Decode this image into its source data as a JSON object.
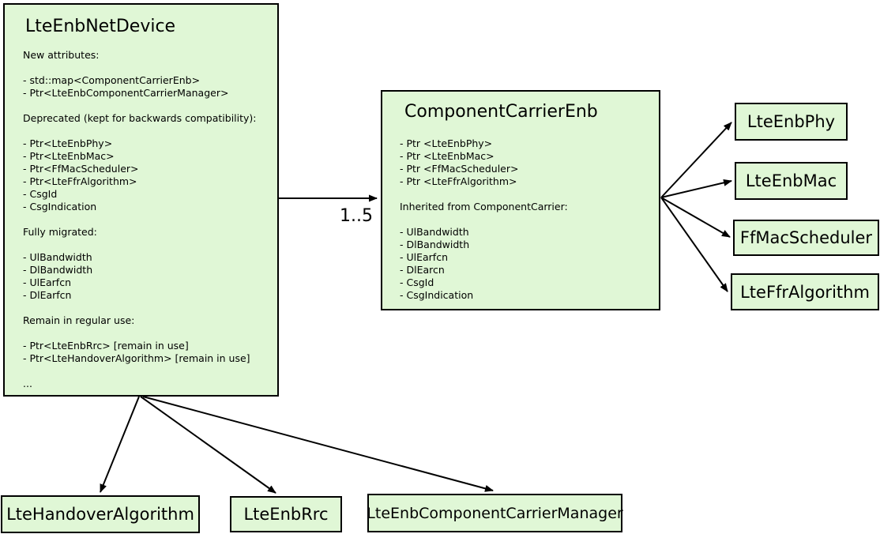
{
  "diagram": {
    "colors": {
      "box_fill": "#e0f7d6",
      "box_border": "#000000",
      "background": "#ffffff",
      "text": "#000000"
    },
    "arrow_label": "1..5",
    "main_box": {
      "title": "LteEnbNetDevice",
      "lines": [
        "New attributes:",
        "",
        "- std::map<ComponentCarrierEnb>",
        "- Ptr<LteEnbComponentCarrierManager>",
        "",
        "Deprecated (kept for backwards compatibility):",
        "",
        "- Ptr<LteEnbPhy>",
        "- Ptr<LteEnbMac>",
        "- Ptr<FfMacScheduler>",
        "- Ptr<LteFfrAlgorithm>",
        "- CsgId",
        "- CsgIndication",
        "",
        "Fully migrated:",
        "",
        "- UlBandwidth",
        "- DlBandwidth",
        "- UlEarfcn",
        "- DlEarfcn",
        "",
        "Remain in regular use:",
        "",
        "- Ptr<LteEnbRrc> [remain in use]",
        "- Ptr<LteHandoverAlgorithm> [remain in use]",
        "",
        "..."
      ]
    },
    "carrier_box": {
      "title": "ComponentCarrierEnb",
      "lines": [
        "- Ptr <LteEnbPhy>",
        "- Ptr <LteEnbMac>",
        "- Ptr <FfMacScheduler>",
        "- Ptr <LteFfrAlgorithm>",
        "",
        "Inherited from ComponentCarrier:",
        "",
        "- UlBandwidth",
        "- DlBandwidth",
        "- UlEarfcn",
        "- DlEarcn",
        "- CsgId",
        "- CsgIndication"
      ]
    },
    "right_boxes": [
      {
        "label": "LteEnbPhy"
      },
      {
        "label": "LteEnbMac"
      },
      {
        "label": "FfMacScheduler"
      },
      {
        "label": "LteFfrAlgorithm"
      }
    ],
    "bottom_boxes": [
      {
        "label": "LteHandoverAlgorithm"
      },
      {
        "label": "LteEnbRrc"
      },
      {
        "label": "LteEnbComponentCarrierManager"
      }
    ]
  }
}
